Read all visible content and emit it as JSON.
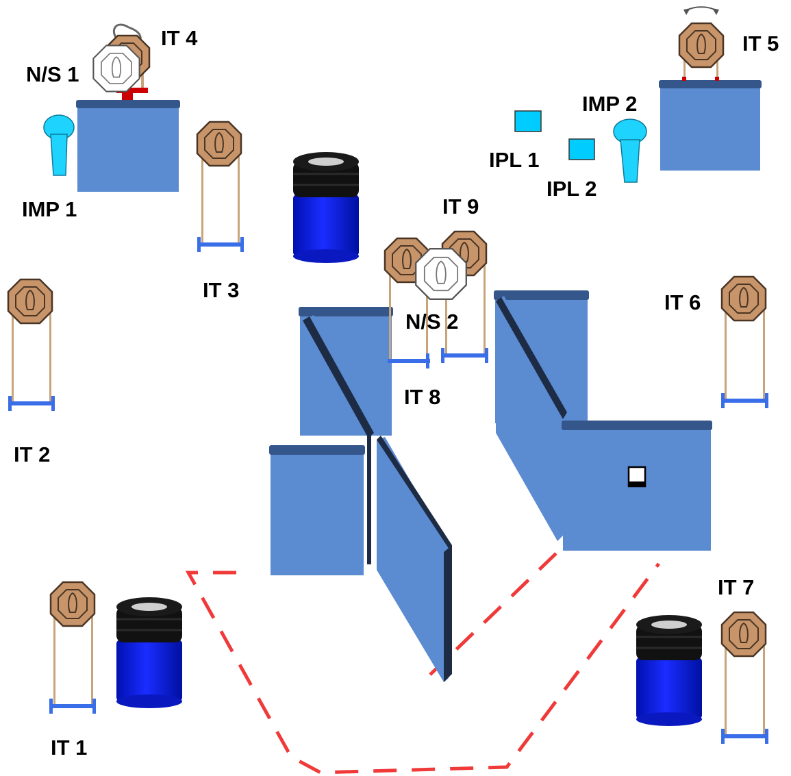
{
  "colors": {
    "wall_fill": "#5b8bd0",
    "wall_top": "#35568a",
    "wall_edge": "#1d2c44",
    "target_fill": "#c8956a",
    "target_stroke": "#4a3525",
    "noshoot_fill": "#ffffff",
    "stand_leg": "#c8a47a",
    "stand_base": "#3a6ee8",
    "barrel_body": "#0a1fe8",
    "barrel_cap": "#111111",
    "popper_fill": "#1fd3ff",
    "plate_fill": "#00ccff",
    "fault_line": "#f03a3a",
    "activator": "#cc0000"
  },
  "labels": {
    "it1": "IT 1",
    "it2": "IT 2",
    "it3": "IT 3",
    "it4": "IT 4",
    "it5": "IT 5",
    "it6": "IT 6",
    "it7": "IT 7",
    "it8": "IT 8",
    "it9": "IT 9",
    "ns1": "N/S 1",
    "ns2": "N/S 2",
    "imp1": "IMP 1",
    "imp2": "IMP 2",
    "ipl1": "IPL 1",
    "ipl2": "IPL 2"
  },
  "icons": {
    "steel_target": "octagon-target-icon",
    "no_shoot": "no-shoot-target-icon",
    "popper": "popper-icon",
    "plate": "plate-icon",
    "barrel": "barrel-icon",
    "swinger": "swing-arrow-icon",
    "start_marker": "start-marker-icon"
  }
}
